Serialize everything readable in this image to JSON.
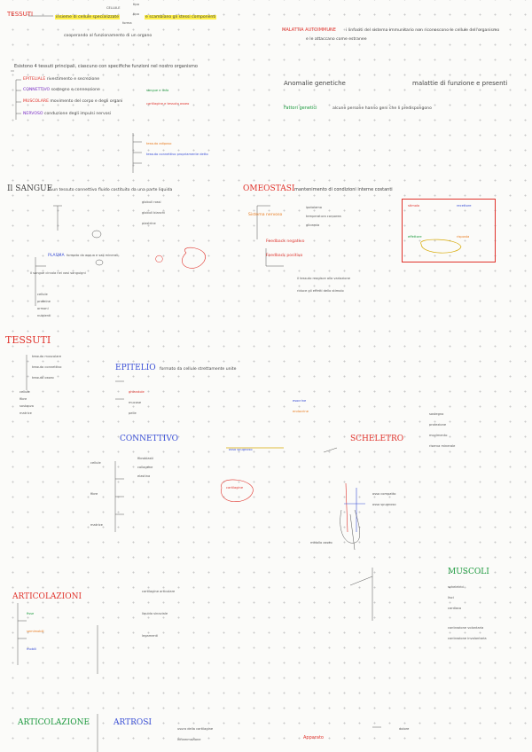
{
  "header": {
    "left_title": "TESSUTI",
    "cell_note": "CELLULE",
    "left_note_1": "tipo",
    "left_note_2": "tipo",
    "left_note_3": "forma",
    "highlight_1": "insieme di cellule specializzate",
    "highlight_2": "e scambiano gli stessi componenti",
    "left_sub": "cooperando al funzionamento di un organo",
    "right_title": "MALATTIA AUTOIMMUNE",
    "right_text": "i linfociti del sistema immunitario non riconoscono le cellule dell'organismo",
    "right_sub": "e le attaccano come estranee"
  },
  "main_list": {
    "intro": "Esistono 4 tessuti principali, ciascuno con specifiche funzioni nel nostro organismo",
    "items": [
      {
        "label": "EPITELIALE",
        "text": "rivestimento e secrezione"
      },
      {
        "label": "CONNETTIVO",
        "text": "sostegno e connessione"
      },
      {
        "label": "MUSCOLARE",
        "text": "movimento del corpo e degli organi"
      },
      {
        "label": "NERVOSO",
        "text": "conduzione degli impulsi nervosi"
      }
    ],
    "sub_lines": [
      "sangue e linfa",
      "cartilagine e tessuto osseo",
      "tessuto adiposo",
      "tessuto connettivo propriamente detto"
    ]
  },
  "right_notes": {
    "anomaly": "Anomalie genetiche",
    "malattia": "malattie di funzione e presenti",
    "genetic": "Fattori genetici",
    "genetic_text": "alcune persone hanno geni che li predispongono"
  },
  "sangue": {
    "title": "Il SANGUE",
    "text": "è un tessuto connettivo fluido costituito da una parte liquida",
    "items": [
      "globuli rossi",
      "globuli bianchi",
      "piastrine"
    ],
    "plasma": "PLASMA",
    "plasma_text": "formato da acqua e sali minerali",
    "note": "il sangue circola nei vasi sanguigni",
    "sub": [
      "cellule",
      "proteine",
      "ormoni",
      "nutrienti"
    ]
  },
  "osmosi": {
    "title": "OMEOSTASI",
    "text": "mantenimento di condizioni interne costanti",
    "label": "Sistema nervoso",
    "items": [
      "ipotalamo",
      "temperatura corporea",
      "glicemia"
    ],
    "box_labels": [
      "stimolo",
      "recettore",
      "effettore",
      "risposta"
    ],
    "note_1": "Feedback negativo",
    "note_2": "Feedback positivo",
    "p1": "il tessuto reagisce alla variazione",
    "p2": "riduce gli effetti dello stimolo"
  },
  "tessuti_section": {
    "title": "TESSUTI",
    "items": [
      "tessuto muscolare",
      "tessuto connettivo",
      "tessuto osseo"
    ],
    "sub": [
      "cellule",
      "fibre",
      "sostanza",
      "matrice"
    ]
  },
  "epitelio": {
    "title": "EPITELIO",
    "text": "formato da cellule strettamente unite",
    "items": [
      "ghiandole",
      "mucose",
      "pelle"
    ],
    "notes": [
      "esocrine",
      "endocrine"
    ]
  },
  "connettivo": {
    "title": "CONNETTIVO",
    "items": [
      "fibroblasti",
      "collagene",
      "elastina"
    ],
    "circle_labels": [
      "cellule",
      "fibre",
      "matrice"
    ],
    "red_note": "cartilagine",
    "blue_note": "osso spugnoso"
  },
  "scheletro": {
    "title": "SCHELETRO",
    "items": [
      "sostegno",
      "protezione",
      "movimento",
      "riserva minerale"
    ],
    "notes": [
      "osso compatto",
      "osso spugnoso",
      "midollo osseo"
    ]
  },
  "articolazioni": {
    "title": "ARTICOLAZIONI",
    "items": [
      "fisse",
      "semimobili",
      "mobili"
    ],
    "notes": [
      "cartilagine articolare",
      "liquido sinoviale",
      "legamenti"
    ]
  },
  "muscoli": {
    "title": "MUSCOLI",
    "items": [
      "scheletrici",
      "lisci",
      "cardiaco"
    ],
    "notes": [
      "contrazione volontaria",
      "contrazione involontaria"
    ]
  },
  "bottom": {
    "left_title": "ARTICOLAZIONE",
    "mid_title": "ARTROSI",
    "right_title": "Apparato",
    "notes": [
      "usura della cartilagine",
      "infiammazione",
      "dolore"
    ]
  }
}
